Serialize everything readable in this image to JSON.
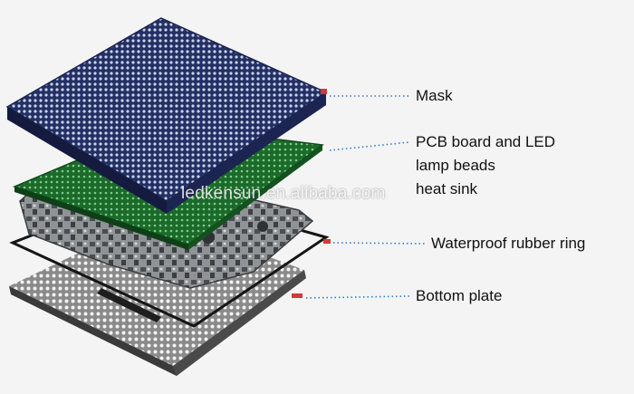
{
  "diagram": {
    "layers": [
      {
        "id": "mask",
        "label": "Mask",
        "color": "#2e3a78"
      },
      {
        "id": "pcb",
        "label": "PCB board and LED",
        "label_line2": "lamp beads",
        "color": "#1f6e2c"
      },
      {
        "id": "heat-sink",
        "label": "heat sink",
        "color": "#555a5e"
      },
      {
        "id": "rubber-ring",
        "label": "Waterproof rubber ring",
        "color": "#222222"
      },
      {
        "id": "bottom-plate",
        "label": "Bottom plate",
        "color": "#9a9a9a"
      }
    ],
    "leader_color": "#2a7fd4",
    "marker_color": "#d23a3a",
    "watermark": "ledkensun.en.alibaba.com"
  }
}
